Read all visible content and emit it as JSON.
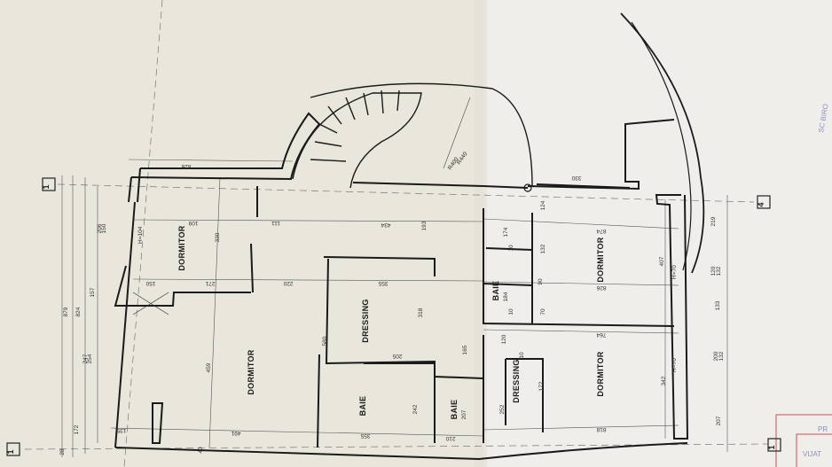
{
  "rooms": [
    {
      "label": "DORMITOR"
    },
    {
      "label": "DORMITOR"
    },
    {
      "label": "DRESSING"
    },
    {
      "label": "BAIE"
    },
    {
      "label": "BAIE"
    },
    {
      "label": "BAIE"
    },
    {
      "label": "DORMITOR"
    },
    {
      "label": "DORMITOR"
    },
    {
      "label": "DRESSING"
    }
  ],
  "dimensions": [
    "826",
    "879",
    "824",
    "206",
    "150",
    "157",
    "247",
    "254",
    "172",
    "28",
    "109",
    "330",
    "111",
    "434",
    "150",
    "271",
    "220",
    "355",
    "580",
    "459",
    "491",
    "135",
    "355",
    "242",
    "318",
    "193",
    "207",
    "210",
    "874",
    "826",
    "764",
    "818",
    "407",
    "342",
    "219",
    "120",
    "132",
    "133",
    "200",
    "132",
    "207",
    "252",
    "172",
    "124",
    "174",
    "132",
    "184",
    "120",
    "165",
    "40",
    "330",
    "10",
    "10",
    "10",
    "70",
    "90",
    "205"
  ],
  "annotations": {
    "window_left": "H=104",
    "window_right_1": "H=70",
    "window_right_2": "H=70",
    "radius_1": "R400",
    "radius_2": "R440"
  },
  "axis_markers": [
    "1",
    "1",
    "4",
    "1"
  ],
  "margin_text": {
    "top_right": "SC BIRO",
    "bottom_right_1": "PR",
    "bottom_right_2": "VIJAT"
  },
  "colors": {
    "paper_left": "#e9e6dc",
    "paper_right": "#efeeea",
    "lines": "#1a1a1a",
    "stamp": "#c85050",
    "margin_text": "#8a90c0"
  }
}
